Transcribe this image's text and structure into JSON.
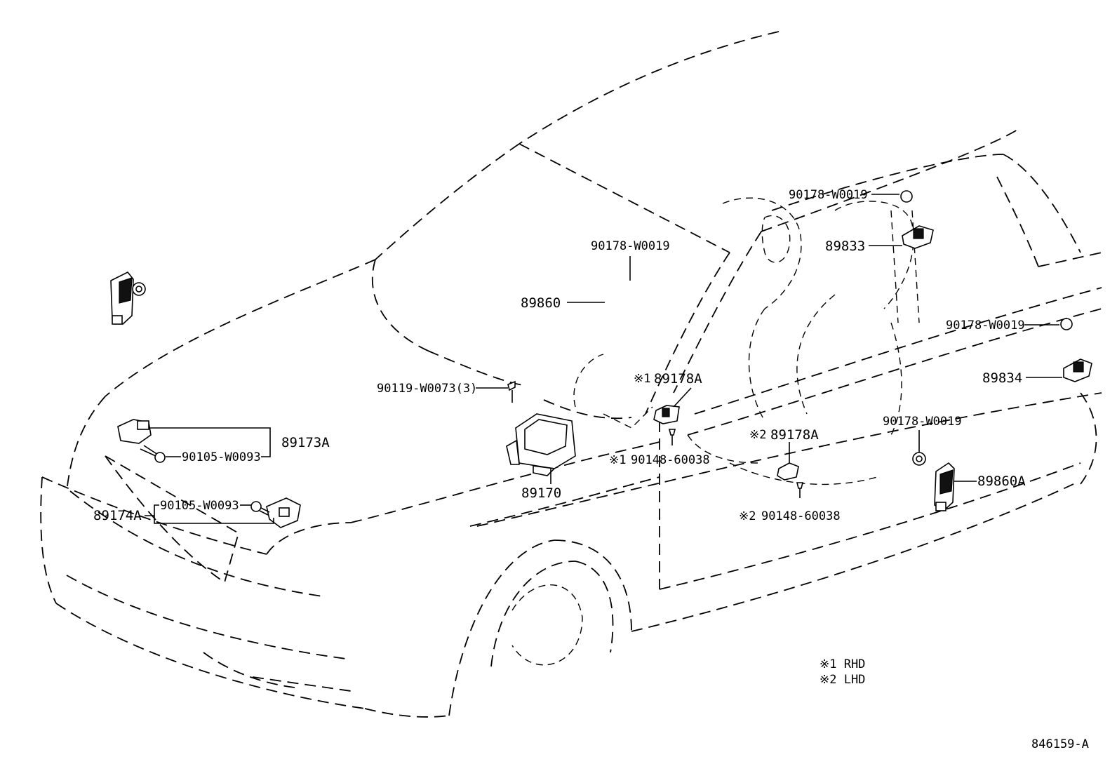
{
  "parts": {
    "p89173A": "89173A",
    "p89174A": "89174A",
    "p90105_a": "90105-W0093",
    "p90105_b": "90105-W0093",
    "p89860": "89860",
    "p90178_top": "90178-W0019",
    "p90119": "90119-W0073(3)",
    "p89170": "89170",
    "p89178A_1": "89178A",
    "p90148_1": "90148-60038",
    "p89178A_2": "89178A",
    "p90148_2": "90148-60038",
    "p90178_r1": "90178-W0019",
    "p89833": "89833",
    "p90178_r2": "90178-W0019",
    "p89834": "89834",
    "p90178_r3": "90178-W0019",
    "p89860A": "89860A"
  },
  "marks": {
    "m1": "※1",
    "m2": "※2"
  },
  "legend": {
    "rhd": "※1 RHD",
    "lhd": "※2 LHD"
  },
  "diagram_id": "846159-A"
}
